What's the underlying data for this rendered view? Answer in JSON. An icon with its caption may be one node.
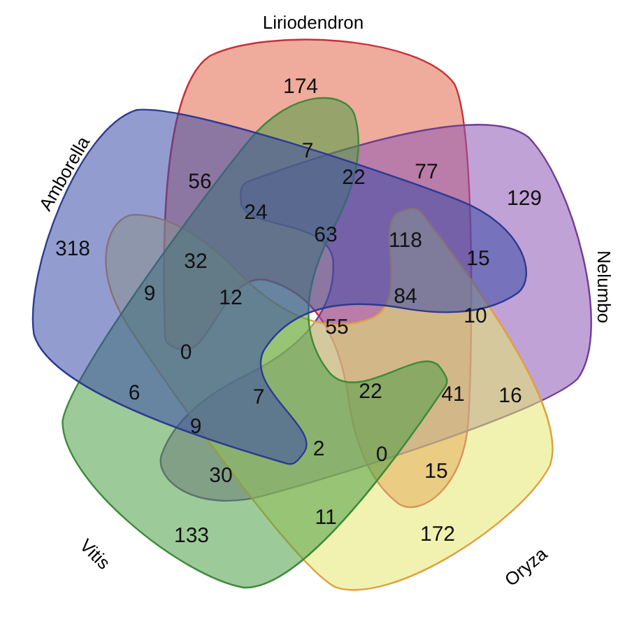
{
  "diagram": {
    "nodes": [
      {
        "text": [
          "Liriodendron"
        ]
      },
      {
        "text": [
          "Nelumbo"
        ]
      },
      {
        "text": [
          "Oryza"
        ]
      },
      {
        "text": [
          "Vitis"
        ]
      },
      {
        "text": [
          "Amborella"
        ]
      }
    ],
    "labels": [
      "174",
      "56",
      "7",
      "22",
      "77",
      "318",
      "24",
      "63",
      "118",
      "129",
      "32",
      "15",
      "9",
      "12",
      "84",
      "10",
      "55",
      "0",
      "6",
      "7",
      "22",
      "41",
      "16",
      "9",
      "2",
      "0",
      "30",
      "15",
      "11",
      "133",
      "172"
    ]
  }
}
